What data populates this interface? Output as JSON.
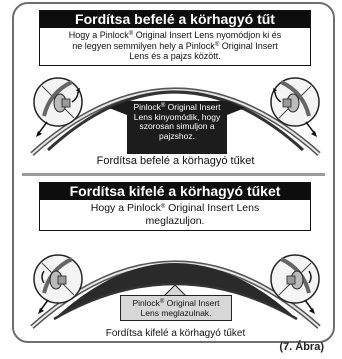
{
  "top_panel": {
    "title": "Fordítsa befelé a körhagyó tűt",
    "instruction_line1": "Hogy a Pinlock",
    "instruction_line1b": " Original Insert Lens nyomódjon ki és",
    "instruction_line2": "ne legyen semmilyen hely a Pinlock",
    "instruction_line2b": " Original Insert",
    "instruction_line3": "Lens és a pajzs között.",
    "inner_line1": "Pinlock",
    "inner_line1b": " Original Insert",
    "inner_line2": "Lens kinyomódik, hogy",
    "inner_line3": "szorosan simuljon a",
    "inner_line4": "pajzshoz.",
    "caption": "Fordítsa befelé a körhagyó tűket"
  },
  "bottom_panel": {
    "title": "Fordítsa kifelé a körhagyó tűket",
    "instruction_line1": "Hogy a Pinlock",
    "instruction_line1b": " Original Insert Lens",
    "instruction_line2": "meglazuljon.",
    "inner_line1": "Pinlock",
    "inner_line1b": " Original Insert",
    "inner_line2": "Lens meglazulnak.",
    "caption": "Fordítsa kifelé a körhagyó tűket"
  },
  "registered_mark": "®",
  "figure_label": "(7. Ábra)"
}
